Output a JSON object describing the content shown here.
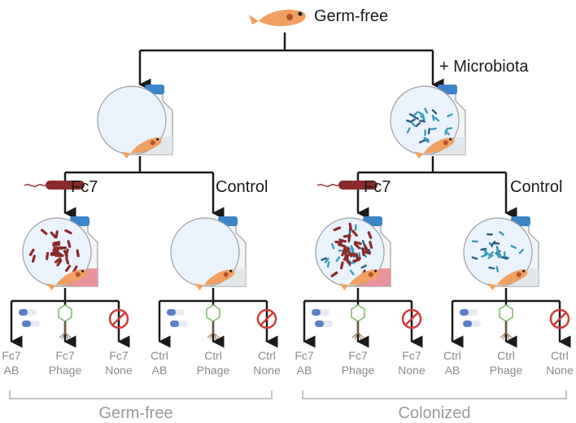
{
  "top_label": "Germ-free",
  "microbiota_label": "+ Microbiota",
  "branch_labels": {
    "left_treat": "Fc7",
    "left_ctrl": "Control",
    "right_treat": "Fc7",
    "right_ctrl": "Control"
  },
  "leaves": [
    {
      "line1": "Fc7",
      "line2": "AB"
    },
    {
      "line1": "Fc7",
      "line2": "Phage"
    },
    {
      "line1": "Fc7",
      "line2": "None"
    },
    {
      "line1": "Ctrl",
      "line2": "AB"
    },
    {
      "line1": "Ctrl",
      "line2": "Phage"
    },
    {
      "line1": "Ctrl",
      "line2": "None"
    },
    {
      "line1": "Fc7",
      "line2": "AB"
    },
    {
      "line1": "Fc7",
      "line2": "Phage"
    },
    {
      "line1": "Fc7",
      "line2": "None"
    },
    {
      "line1": "Ctrl",
      "line2": "AB"
    },
    {
      "line1": "Ctrl",
      "line2": "Phage"
    },
    {
      "line1": "Ctrl",
      "line2": "None"
    }
  ],
  "groups": {
    "left": "Germ-free",
    "right": "Colonized"
  },
  "colors": {
    "line": "#1a1a1a",
    "flask_cap": "#3a86c8",
    "fish": "#f0a060",
    "bacteria": "#8b2a2a",
    "microbiota": "#3a9ab8",
    "medium_pink": "#e88a94",
    "no_symbol": "#d23a3a",
    "pill_blue": "#5a7fc8",
    "phage": "#7ab868",
    "group_bracket": "#b0b0b0"
  }
}
